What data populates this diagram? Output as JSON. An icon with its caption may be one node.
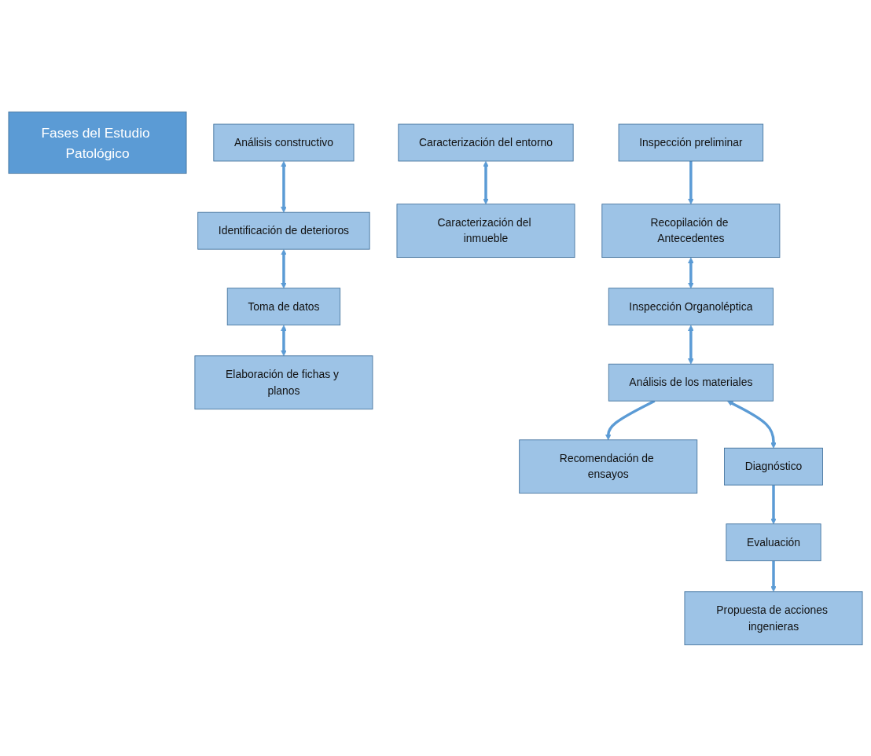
{
  "diagram": {
    "nodes": [
      {
        "text": [
          "Fases del Estudio Patológico"
        ]
      },
      {
        "text": [
          "Inspección preliminar"
        ]
      },
      {
        "text": [
          "Recopilación de Antecedentes"
        ]
      },
      {
        "text": [
          "Caracterización del entorno"
        ]
      },
      {
        "text": [
          "Caracterización del inmueble"
        ]
      },
      {
        "text": [
          "Inspección Organoléptica"
        ]
      },
      {
        "text": [
          "Análisis constructivo"
        ]
      },
      {
        "text": [
          "Identificación de deterioros"
        ]
      },
      {
        "text": [
          "Toma de datos"
        ]
      },
      {
        "text": [
          "Elaboración de fichas y planos"
        ]
      },
      {
        "text": [
          "Análisis de los materiales"
        ]
      },
      {
        "text": [
          "Recomendación de ensayos"
        ]
      },
      {
        "text": [
          "Diagnóstico"
        ]
      },
      {
        "text": [
          "Evaluación"
        ]
      },
      {
        "text": [
          "Propuesta de acciones ingenieras"
        ]
      }
    ],
    "edges": [
      {
        "from": 1,
        "to": 2,
        "arrow": "to"
      },
      {
        "from": 2,
        "to": 5,
        "arrow": "both"
      },
      {
        "from": 3,
        "to": 4,
        "arrow": "both"
      },
      {
        "from": 5,
        "to": 10,
        "arrow": "both"
      },
      {
        "from": 7,
        "to": 8,
        "arrow": "both"
      },
      {
        "from": 6,
        "to": 7,
        "arrow": "both"
      },
      {
        "from": 8,
        "to": 9,
        "arrow": "both"
      },
      {
        "from": 10,
        "to": 12,
        "arrow": "both"
      },
      {
        "from": 10,
        "to": 11,
        "arrow": "to"
      },
      {
        "from": 12,
        "to": 13,
        "arrow": "to"
      },
      {
        "from": 13,
        "to": 14,
        "arrow": "to"
      }
    ]
  }
}
